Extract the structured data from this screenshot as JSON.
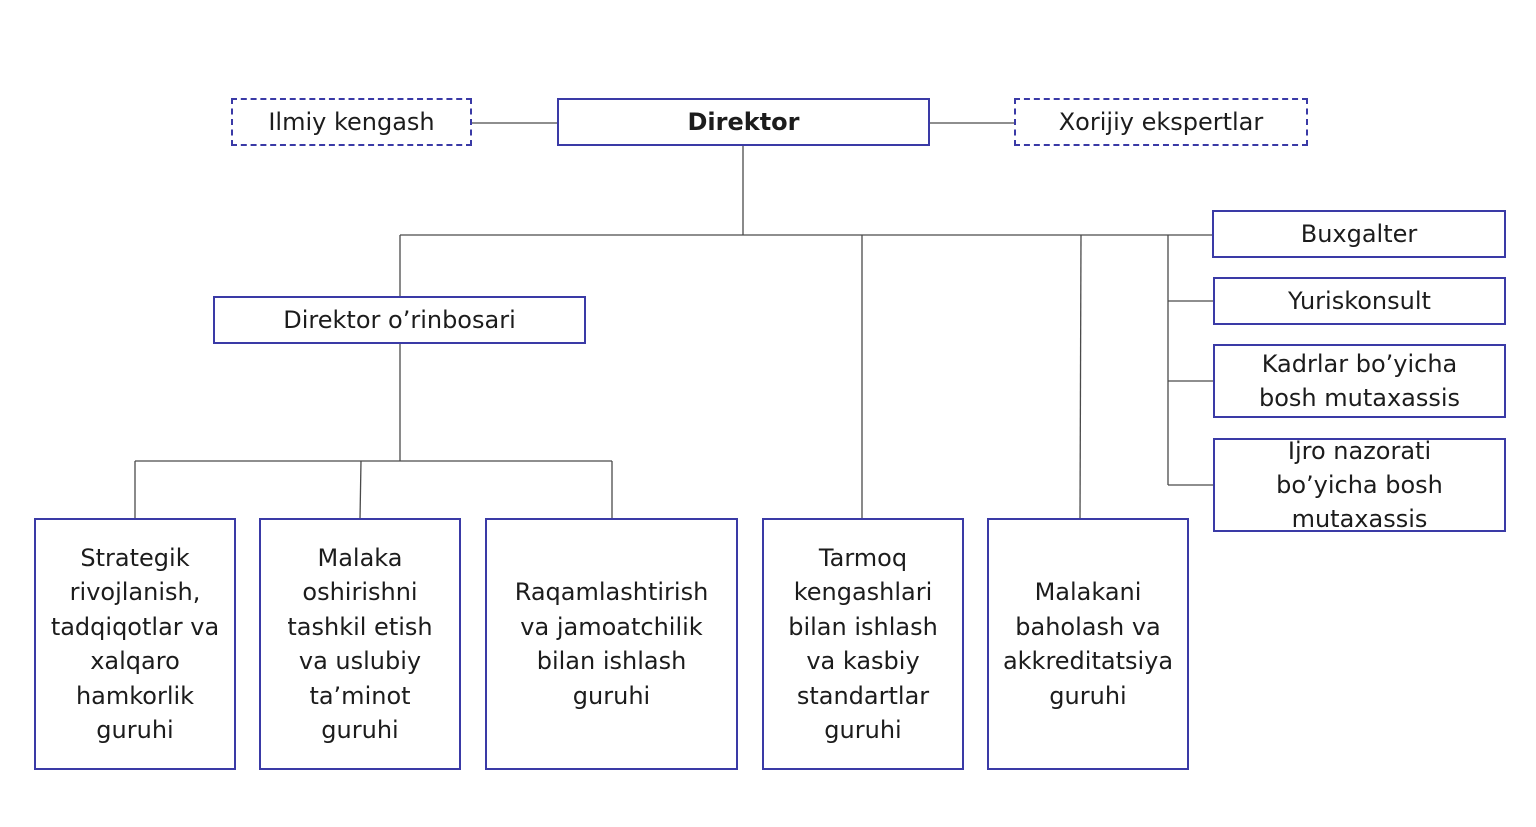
{
  "colors": {
    "box_border": "#3a3aa6",
    "connector": "#4a4a4a",
    "text": "#1c1c1c",
    "background": "#ffffff"
  },
  "top": {
    "director": "Direktor",
    "scientific_council": "Ilmiy kengash",
    "foreign_experts": "Xorijiy ekspertlar"
  },
  "deputy": "Direktor o’rinbosari",
  "staff": {
    "accountant": "Buxgalter",
    "legal_counsel": "Yuriskonsult",
    "hr_specialist": "Kadrlar bo’yicha bosh mutaxassis",
    "execution_control_specialist": "Ijro nazorati bo’yicha bosh mutaxassis"
  },
  "groups": {
    "strategic": "Strategik rivojlanish, tadqiqotlar va xalqaro hamkorlik guruhi",
    "training": "Malaka oshirishni tashkil etish va uslubiy ta’minot guruhi",
    "digitalization": "Raqamlashtirish va jamoatchilik bilan ishlash guruhi",
    "sector_councils": "Tarmoq kengashlari bilan ishlash va kasbiy standartlar guruhi",
    "assessment": "Malakani baholash va akkreditatsiya guruhi"
  }
}
